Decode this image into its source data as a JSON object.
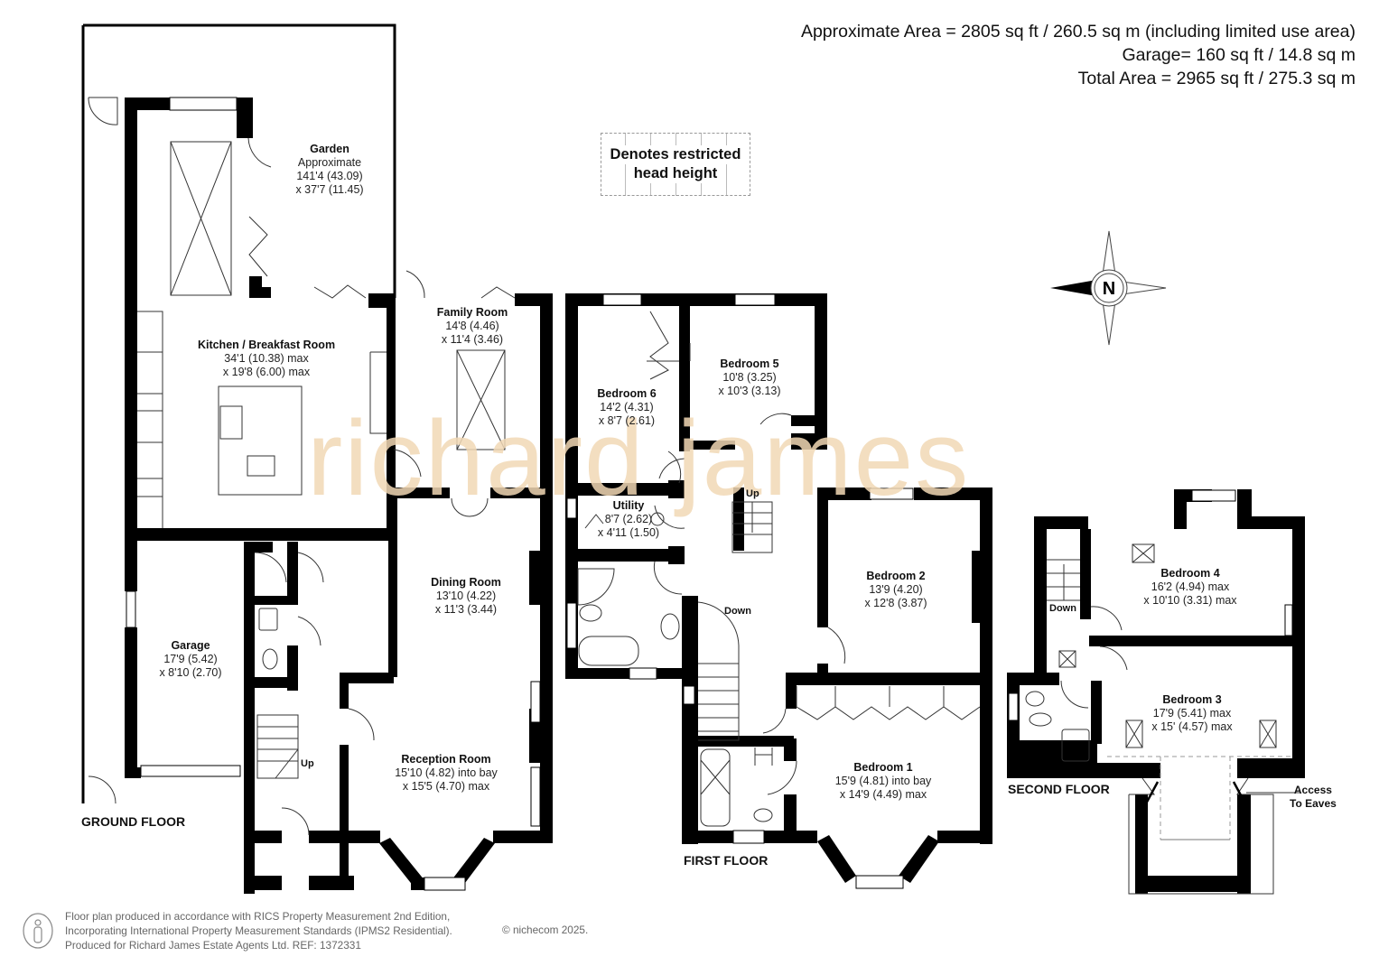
{
  "header": {
    "approximate_area": "Approximate Area = 2805 sq ft / 260.5 sq m (including limited use area)",
    "garage_area": "Garage= 160 sq ft / 14.8 sq m",
    "total_area": "Total Area = 2965 sq ft / 275.3 sq m"
  },
  "legend": {
    "restricted_line1": "Denotes restricted",
    "restricted_line2": "head height"
  },
  "compass": {
    "letter": "N",
    "direction": "west-pointing"
  },
  "watermark": "richard james",
  "floors": {
    "ground": {
      "label": "GROUND FLOOR",
      "rooms": [
        {
          "name": "Garden",
          "line1": "Approximate",
          "line2": "141'4 (43.09)",
          "line3": "x 37'7 (11.45)"
        },
        {
          "name": "Kitchen / Breakfast Room",
          "line1": "34'1 (10.38) max",
          "line2": "x 19'8 (6.00) max"
        },
        {
          "name": "Family Room",
          "line1": "14'8 (4.46)",
          "line2": "x 11'4 (3.46)"
        },
        {
          "name": "Garage",
          "line1": "17'9 (5.42)",
          "line2": "x 8'10 (2.70)"
        },
        {
          "name": "Dining Room",
          "line1": "13'10 (4.22)",
          "line2": "x 11'3 (3.44)"
        },
        {
          "name": "Reception Room",
          "line1": "15'10 (4.82) into bay",
          "line2": "x 15'5 (4.70) max"
        }
      ],
      "stairs_label": "Up"
    },
    "first": {
      "label": "FIRST FLOOR",
      "rooms": [
        {
          "name": "Bedroom 6",
          "line1": "14'2 (4.31)",
          "line2": "x 8'7 (2.61)"
        },
        {
          "name": "Bedroom 5",
          "line1": "10'8 (3.25)",
          "line2": "x 10'3 (3.13)"
        },
        {
          "name": "Utility",
          "line1": "8'7 (2.62)",
          "line2": "x 4'11 (1.50)"
        },
        {
          "name": "Bedroom 2",
          "line1": "13'9 (4.20)",
          "line2": "x 12'8 (3.87)"
        },
        {
          "name": "Bedroom 1",
          "line1": "15'9 (4.81) into bay",
          "line2": "x 14'9 (4.49) max"
        }
      ],
      "stairs_up": "Up",
      "stairs_down": "Down"
    },
    "second": {
      "label": "SECOND FLOOR",
      "rooms": [
        {
          "name": "Bedroom 4",
          "line1": "16'2 (4.94) max",
          "line2": "x 10'10 (3.31) max"
        },
        {
          "name": "Bedroom 3",
          "line1": "17'9 (5.41) max",
          "line2": "x 15' (4.57) max"
        }
      ],
      "stairs_down": "Down",
      "eaves_line1": "Access",
      "eaves_line2": "To Eaves"
    }
  },
  "footer": {
    "line1": "Floor plan produced in accordance with RICS Property Measurement 2nd Edition,",
    "line2": "Incorporating International Property Measurement Standards (IPMS2 Residential).",
    "line3": "Produced for Richard James Estate Agents Ltd.   REF: 1372331",
    "copyright": "© nichecom 2025."
  }
}
